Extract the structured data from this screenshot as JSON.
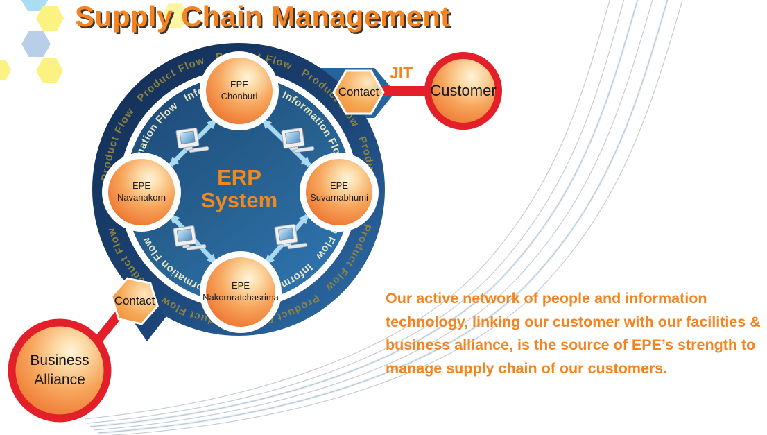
{
  "title": "Supply Chain Management",
  "paragraph": "Our active network of people and information technology, linking our customer with our facilities & business alliance, is the source of EPE’s strength to manage supply chain of our customers.",
  "diagram": {
    "center": {
      "line1": "ERP",
      "line2": "System"
    },
    "ring": {
      "outer_label": "Product Flow",
      "inner_label": "Information Flow",
      "outer_repeated": "Product Flow   Product Flow   Product Flow   Product Flow   Product Flow   Product Flow   Product Flow   Product Flow   Product Flow",
      "inner_repeated": "Information Flow   Information Flow   Information Flow   Information Flow   Information Flow   Information Flow   Information Flow"
    },
    "nodes": [
      {
        "org": "EPE",
        "site": "Chonburi"
      },
      {
        "org": "EPE",
        "site": "Navanakorn"
      },
      {
        "org": "EPE",
        "site": "Suvarnabhumi"
      },
      {
        "org": "EPE",
        "site": "Nakornratchasrima"
      }
    ],
    "customer": {
      "contact_label": "Contact",
      "link_label": "JIT",
      "label": "Customer"
    },
    "business_alliance": {
      "contact_label": "Contact",
      "line1": "Business",
      "line2": "Alliance"
    }
  },
  "colors": {
    "accent_orange": "#F5831F",
    "deep_navy": "#12305A",
    "mid_blue": "#2E6EA9",
    "alert_red": "#E3202A",
    "sphere_orange": "#F0803A",
    "product_flow_text": "#97873E",
    "information_flow_text": "#F3EEC8",
    "arrow_blue": "#A9D9F2",
    "swoosh_gray": "#C6CCD2",
    "hex_yellow": "#FBF282",
    "hex_steel_blue": "#B9CFE9",
    "hex_sky_blue": "#AADCF2",
    "ring_white": "#FFFFFF"
  }
}
